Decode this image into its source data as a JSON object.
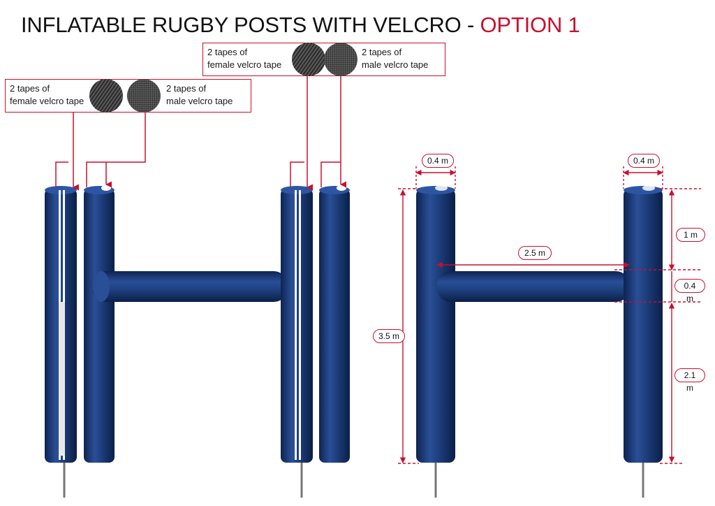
{
  "title": {
    "main": "INFLATABLE RUGBY POSTS WITH VELCRO - ",
    "accent": "OPTION 1"
  },
  "callouts": {
    "left": {
      "female_line1": "2 tapes of",
      "female_line2": "female velcro tape",
      "male_line1": "2 tapes of",
      "male_line2": "male velcro tape"
    },
    "right": {
      "female_line1": "2 tapes of",
      "female_line2": "female velcro tape",
      "male_line1": "2 tapes of",
      "male_line2": "male velcro tape"
    }
  },
  "dimensions": {
    "post_width_left": "0.4 m",
    "post_width_right": "0.4 m",
    "crossbar_span": "2.5 m",
    "total_height": "3.5 m",
    "top_section": "1 m",
    "crossbar_thickness": "0.4 m",
    "bottom_section": "2.1 m"
  },
  "colors": {
    "accent": "#c8102e",
    "post_blue": "#1c3d7a",
    "post_dark": "#0d2452",
    "post_light": "#3b64ad"
  }
}
